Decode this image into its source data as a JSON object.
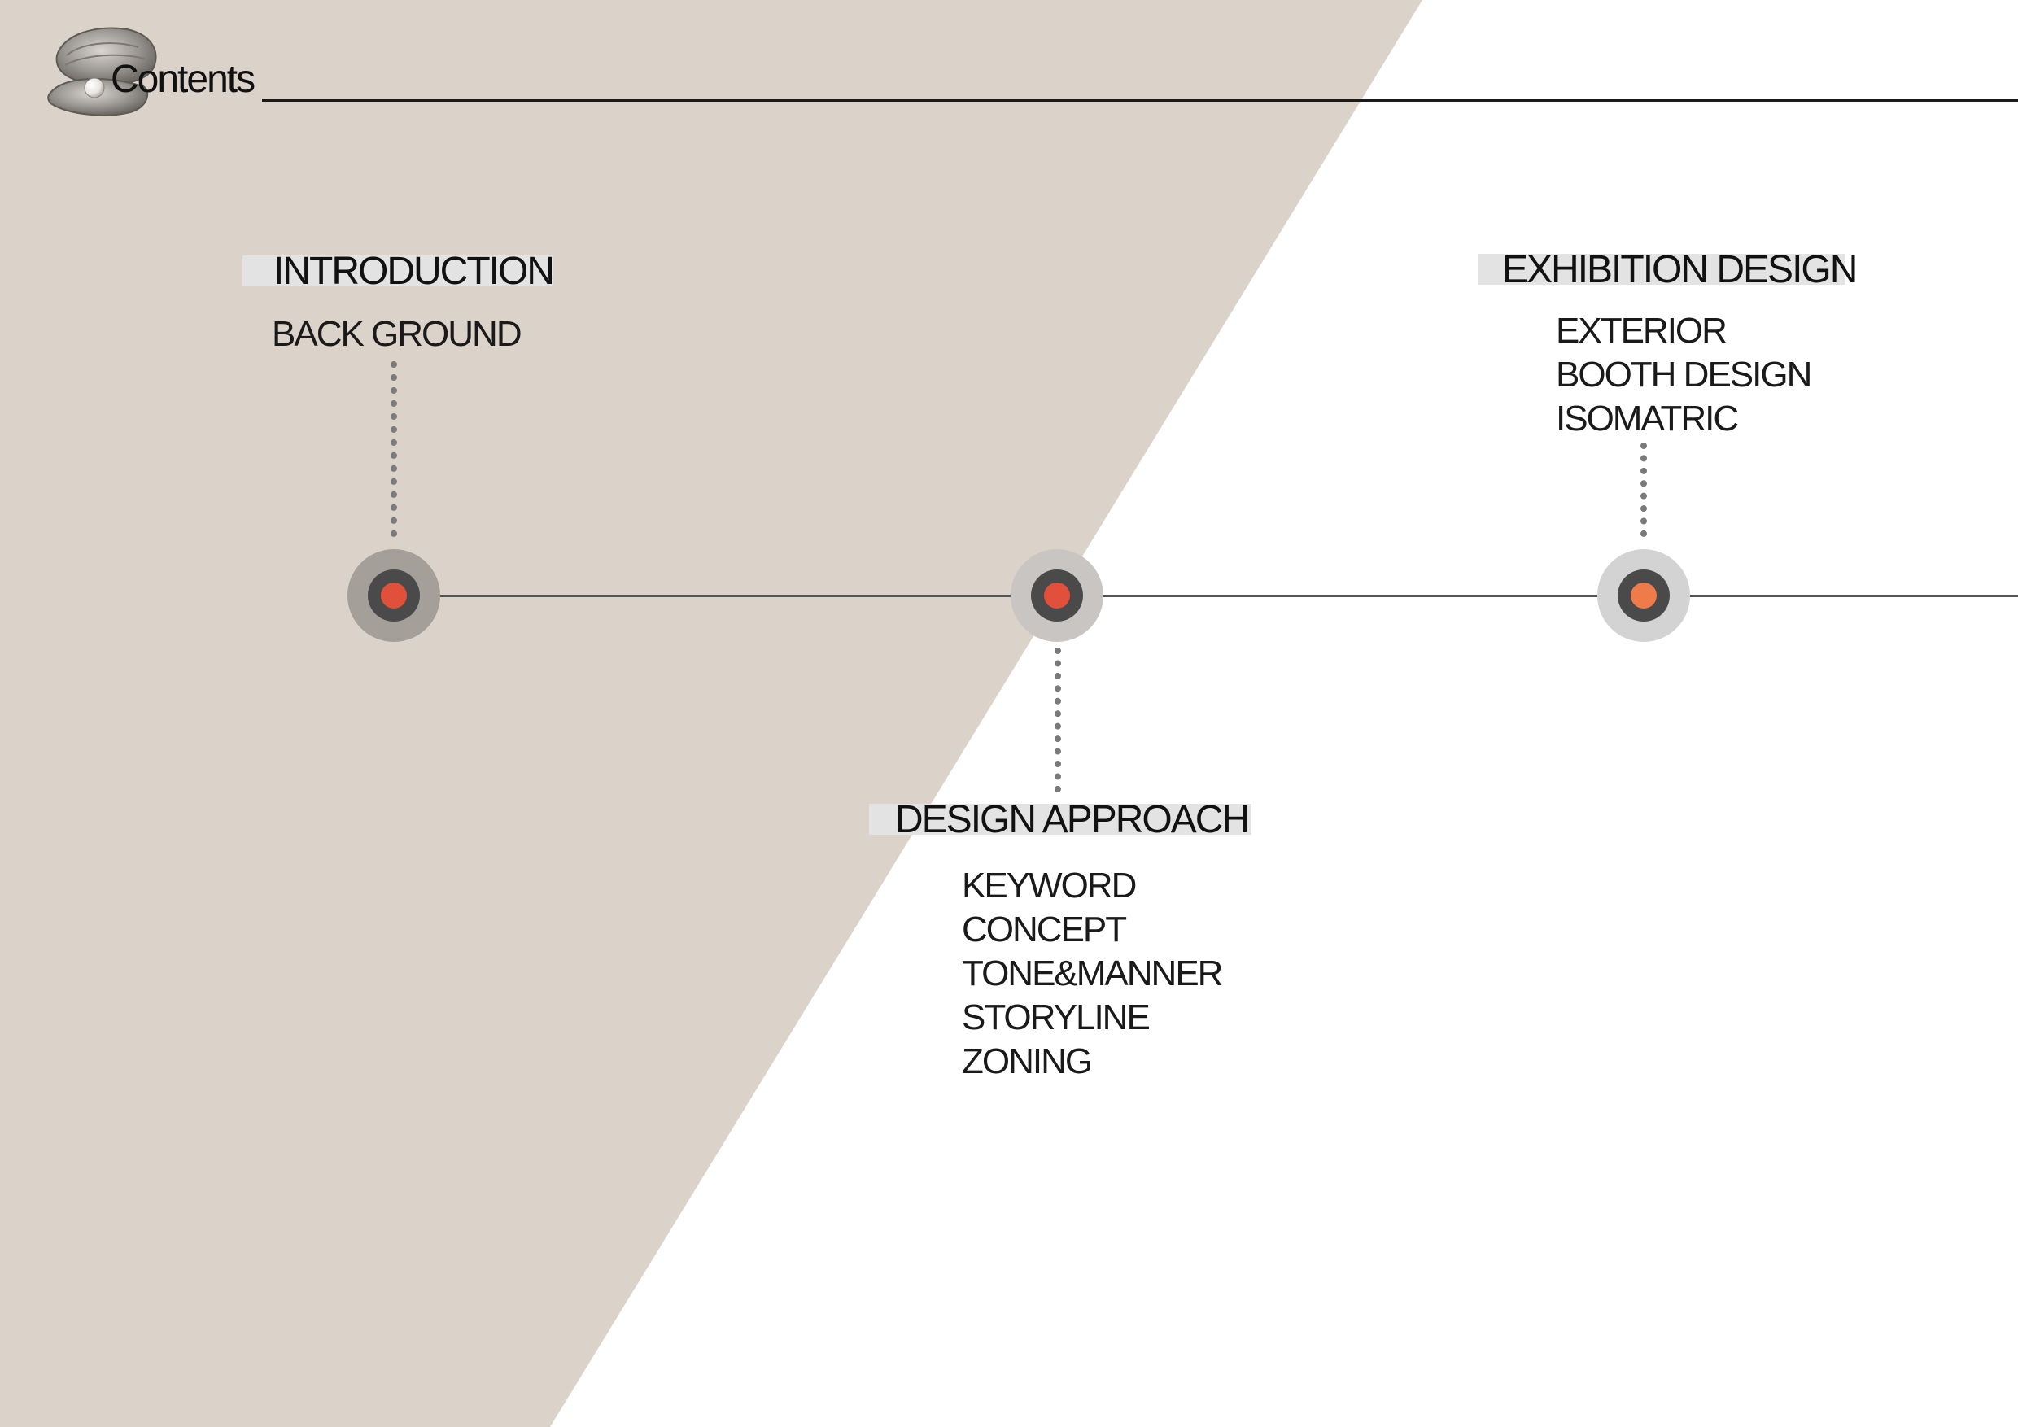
{
  "page": {
    "title": "Contents"
  },
  "colors": {
    "beige": "#dbd2ca",
    "line": "#555555",
    "dots": "#7a7a7a",
    "heading_bg": "#e3e3e3",
    "core_red": "#e0503a",
    "core_orange": "#ef7a4a"
  },
  "icons": {
    "logo": "oyster-shell-pearl-icon"
  },
  "sections": {
    "introduction": {
      "heading": "INTRODUCTION",
      "items": [
        "BACK GROUND"
      ]
    },
    "design_approach": {
      "heading": "DESIGN APPROACH",
      "items": [
        "KEYWORD",
        "CONCEPT",
        "TONE&MANNER",
        "STORYLINE",
        "ZONING"
      ]
    },
    "exhibition_design": {
      "heading": "EXHIBITION DESIGN",
      "items": [
        "EXTERIOR",
        "BOOTH DESIGN",
        "ISOMATRIC"
      ]
    }
  }
}
